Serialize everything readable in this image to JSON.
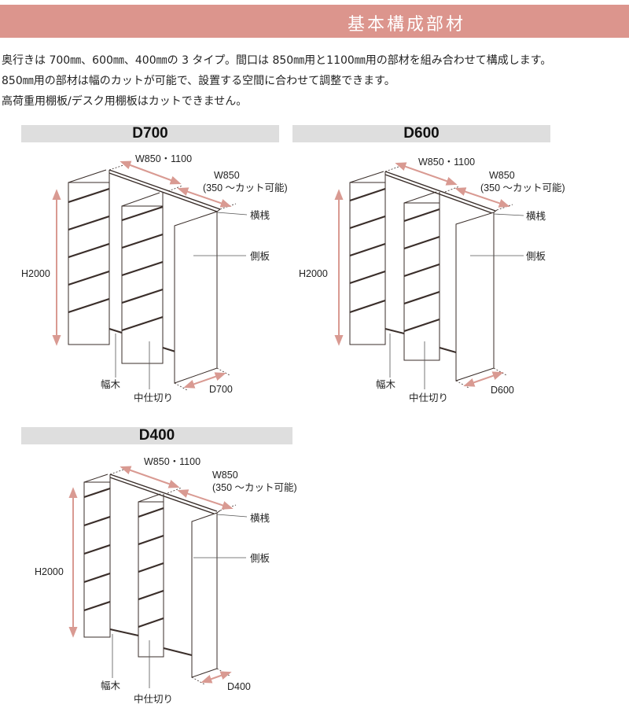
{
  "header": {
    "title": "基本構成部材"
  },
  "intro": {
    "line1": "奥行きは 700㎜、600㎜、400㎜の 3 タイプ。間口は 850㎜用と1100㎜用の部材を組み合わせて構成します。",
    "line2": "850㎜用の部材は幅のカットが可能で、設置する空間に合わせて調整できます。",
    "line3": "高荷重用棚板/デスク用棚板はカットできません。"
  },
  "diagrams": [
    {
      "title": "D700",
      "width_label": "W850・1100",
      "w850_label": "W850",
      "cut_label": "(350 ～カット可能)",
      "rail_label": "横桟",
      "side_label": "側板",
      "height_label": "H2000",
      "base_label": "幅木",
      "divider_label": "中仕切り",
      "depth_label": "D700"
    },
    {
      "title": "D600",
      "width_label": "W850・1100",
      "w850_label": "W850",
      "cut_label": "(350 ～カット可能)",
      "rail_label": "横桟",
      "side_label": "側板",
      "height_label": "H2000",
      "base_label": "幅木",
      "divider_label": "中仕切り",
      "depth_label": "D600"
    },
    {
      "title": "D400",
      "width_label": "W850・1100",
      "w850_label": "W850",
      "cut_label": "(350 ～カット可能)",
      "rail_label": "横桟",
      "side_label": "側板",
      "height_label": "H2000",
      "base_label": "幅木",
      "divider_label": "中仕切り",
      "depth_label": "D400"
    }
  ],
  "colors": {
    "header_bg": "#dc958d",
    "title_bar_bg": "#dedede",
    "dimension_arrow": "#d99a92",
    "line": "#3a2e2a"
  }
}
